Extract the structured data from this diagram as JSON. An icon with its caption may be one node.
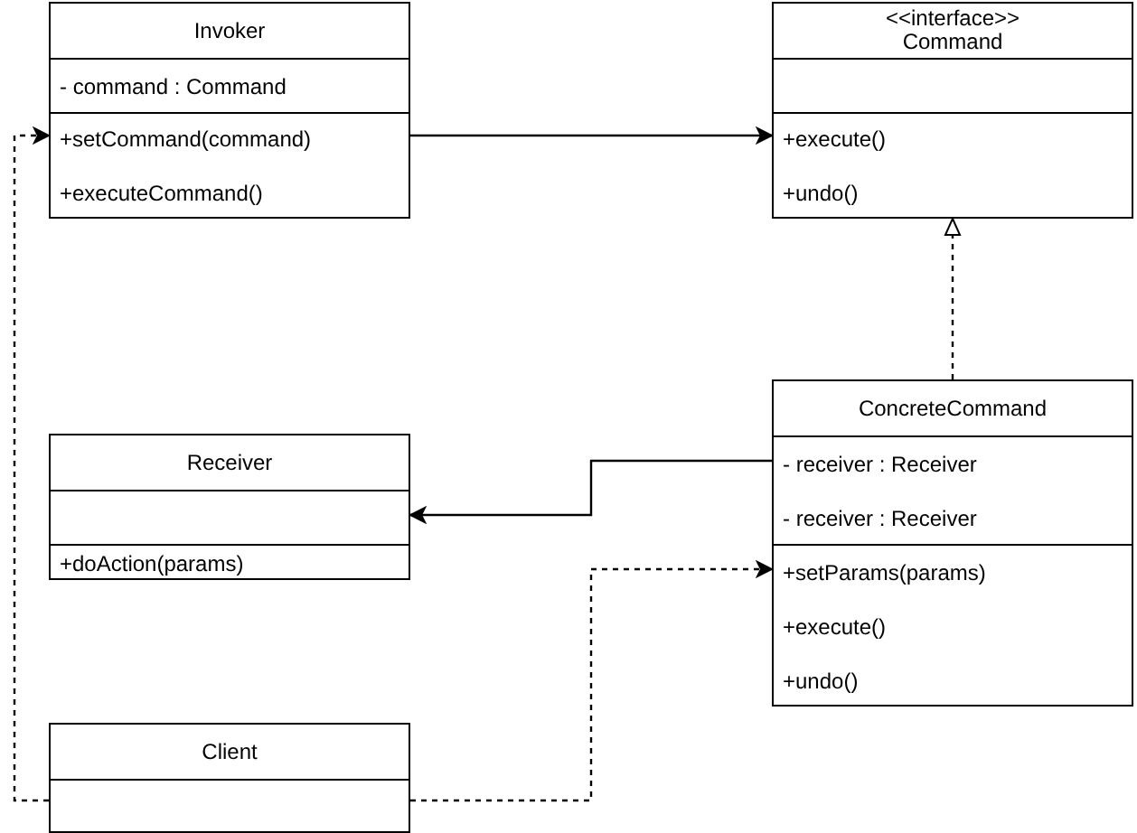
{
  "diagram": {
    "nodes": [
      {
        "text": [
          "Invoker",
          "- command : Command",
          "+setCommand(command)",
          "+executeCommand()"
        ]
      },
      {
        "text": [
          "<<interface>>",
          "Command",
          "+execute()",
          "+undo()"
        ]
      },
      {
        "text": [
          "ConcreteCommand",
          "- receiver : Receiver",
          "- receiver : Receiver",
          "+setParams(params)",
          "+execute()",
          "+undo()"
        ]
      },
      {
        "text": [
          "Receiver",
          "+doAction(params)"
        ]
      },
      {
        "text": [
          "Client"
        ]
      }
    ],
    "edges": [
      {
        "from": 0,
        "to": 1,
        "arrow": "to"
      },
      {
        "from": 2,
        "to": 1,
        "arrow": "to",
        "style": "dashed"
      },
      {
        "from": 2,
        "to": 3,
        "arrow": "to"
      },
      {
        "from": 4,
        "to": 0,
        "arrow": "to",
        "style": "dashed"
      },
      {
        "from": 4,
        "to": 2,
        "arrow": "to",
        "style": "dashed"
      }
    ]
  }
}
